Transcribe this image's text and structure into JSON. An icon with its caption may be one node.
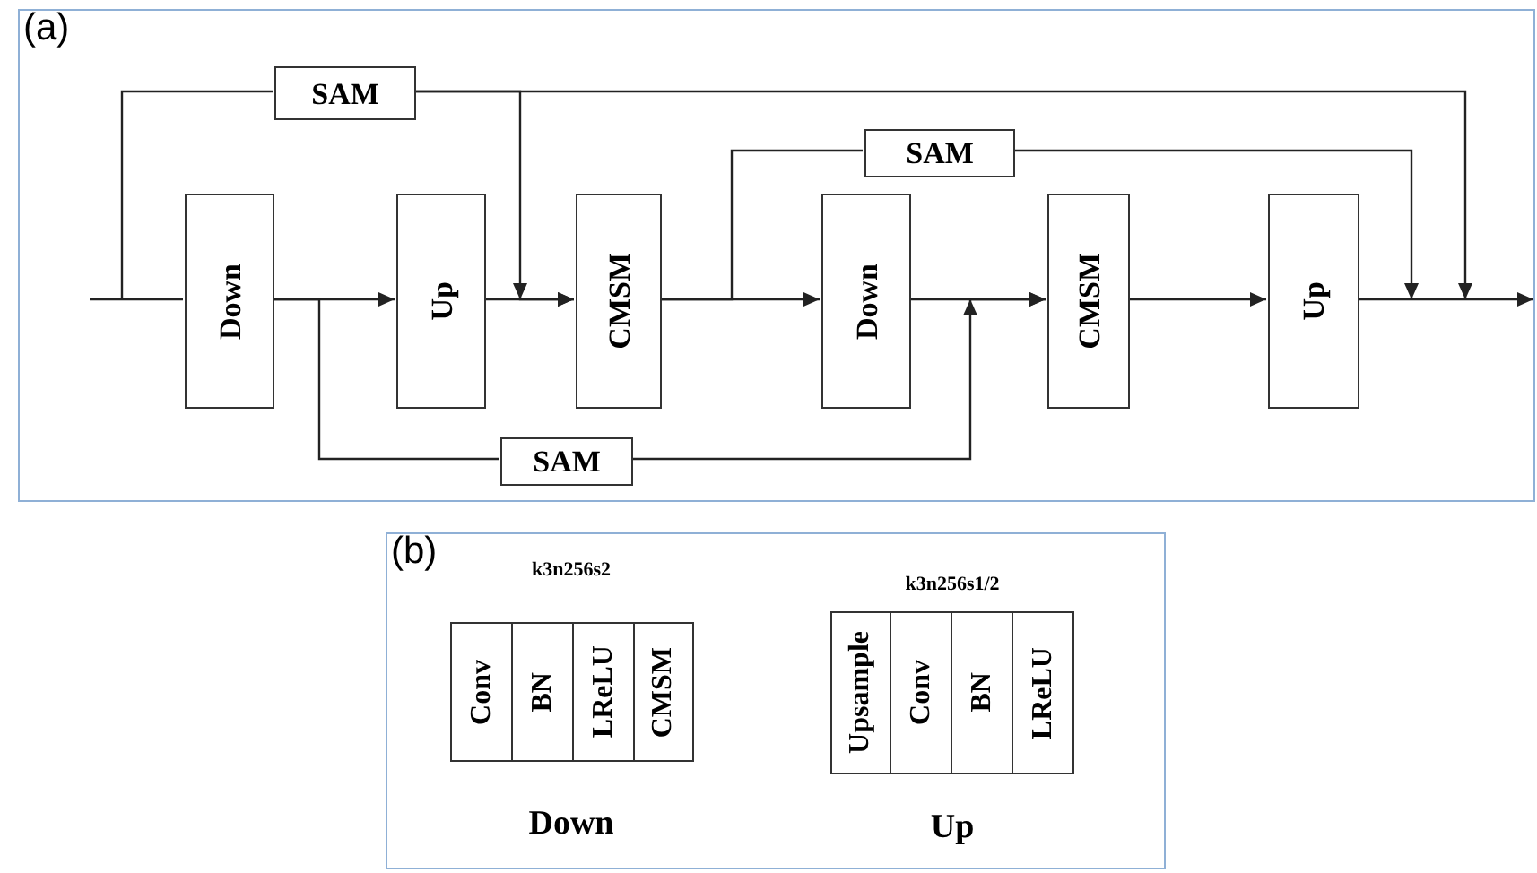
{
  "diagram": {
    "nodes": [
      {
        "text": [
          "(a)"
        ]
      },
      {
        "text": [
          "Down"
        ],
        "in": 0
      },
      {
        "text": [
          "Up"
        ],
        "in": 0
      },
      {
        "text": [
          "CMSM"
        ],
        "in": 0
      },
      {
        "text": [
          "Down"
        ],
        "in": 0
      },
      {
        "text": [
          "CMSM"
        ],
        "in": 0
      },
      {
        "text": [
          "Up"
        ],
        "in": 0
      },
      {
        "text": [
          "SAM"
        ],
        "in": 0
      },
      {
        "text": [
          "SAM"
        ],
        "in": 0
      },
      {
        "text": [
          "SAM"
        ],
        "in": 0
      },
      {
        "text": [
          "(b)"
        ]
      },
      {
        "text": [
          "k3n256s2",
          "Down"
        ],
        "in": 10
      },
      {
        "text": [
          "Conv"
        ],
        "in": 11
      },
      {
        "text": [
          "BN"
        ],
        "in": 11
      },
      {
        "text": [
          "LReLU"
        ],
        "in": 11
      },
      {
        "text": [
          "CMSM"
        ],
        "in": 11
      },
      {
        "text": [
          "k3n256s1/2",
          "Up"
        ],
        "in": 10
      },
      {
        "text": [
          "Upsample"
        ],
        "in": 16
      },
      {
        "text": [
          "Conv"
        ],
        "in": 16
      },
      {
        "text": [
          "BN"
        ],
        "in": 16
      },
      {
        "text": [
          "LReLU"
        ],
        "in": 16
      }
    ],
    "edges": [
      {
        "from": null,
        "to": 1,
        "arrow": "none"
      },
      {
        "from": null,
        "to": 7,
        "arrow": "none"
      },
      {
        "from": 1,
        "to": 2,
        "arrow": "to"
      },
      {
        "from": 1,
        "to": 9,
        "arrow": "none"
      },
      {
        "from": 7,
        "to": 3,
        "arrow": "to"
      },
      {
        "from": 7,
        "to": null,
        "arrow": "to"
      },
      {
        "from": 2,
        "to": 3,
        "arrow": "to"
      },
      {
        "from": 3,
        "to": 4,
        "arrow": "to"
      },
      {
        "from": 3,
        "to": 8,
        "arrow": "none"
      },
      {
        "from": 9,
        "to": 5,
        "arrow": "to"
      },
      {
        "from": 4,
        "to": 5,
        "arrow": "to"
      },
      {
        "from": 5,
        "to": 6,
        "arrow": "to"
      },
      {
        "from": 6,
        "to": null,
        "arrow": "to"
      },
      {
        "from": 8,
        "to": null,
        "arrow": "to"
      }
    ]
  }
}
